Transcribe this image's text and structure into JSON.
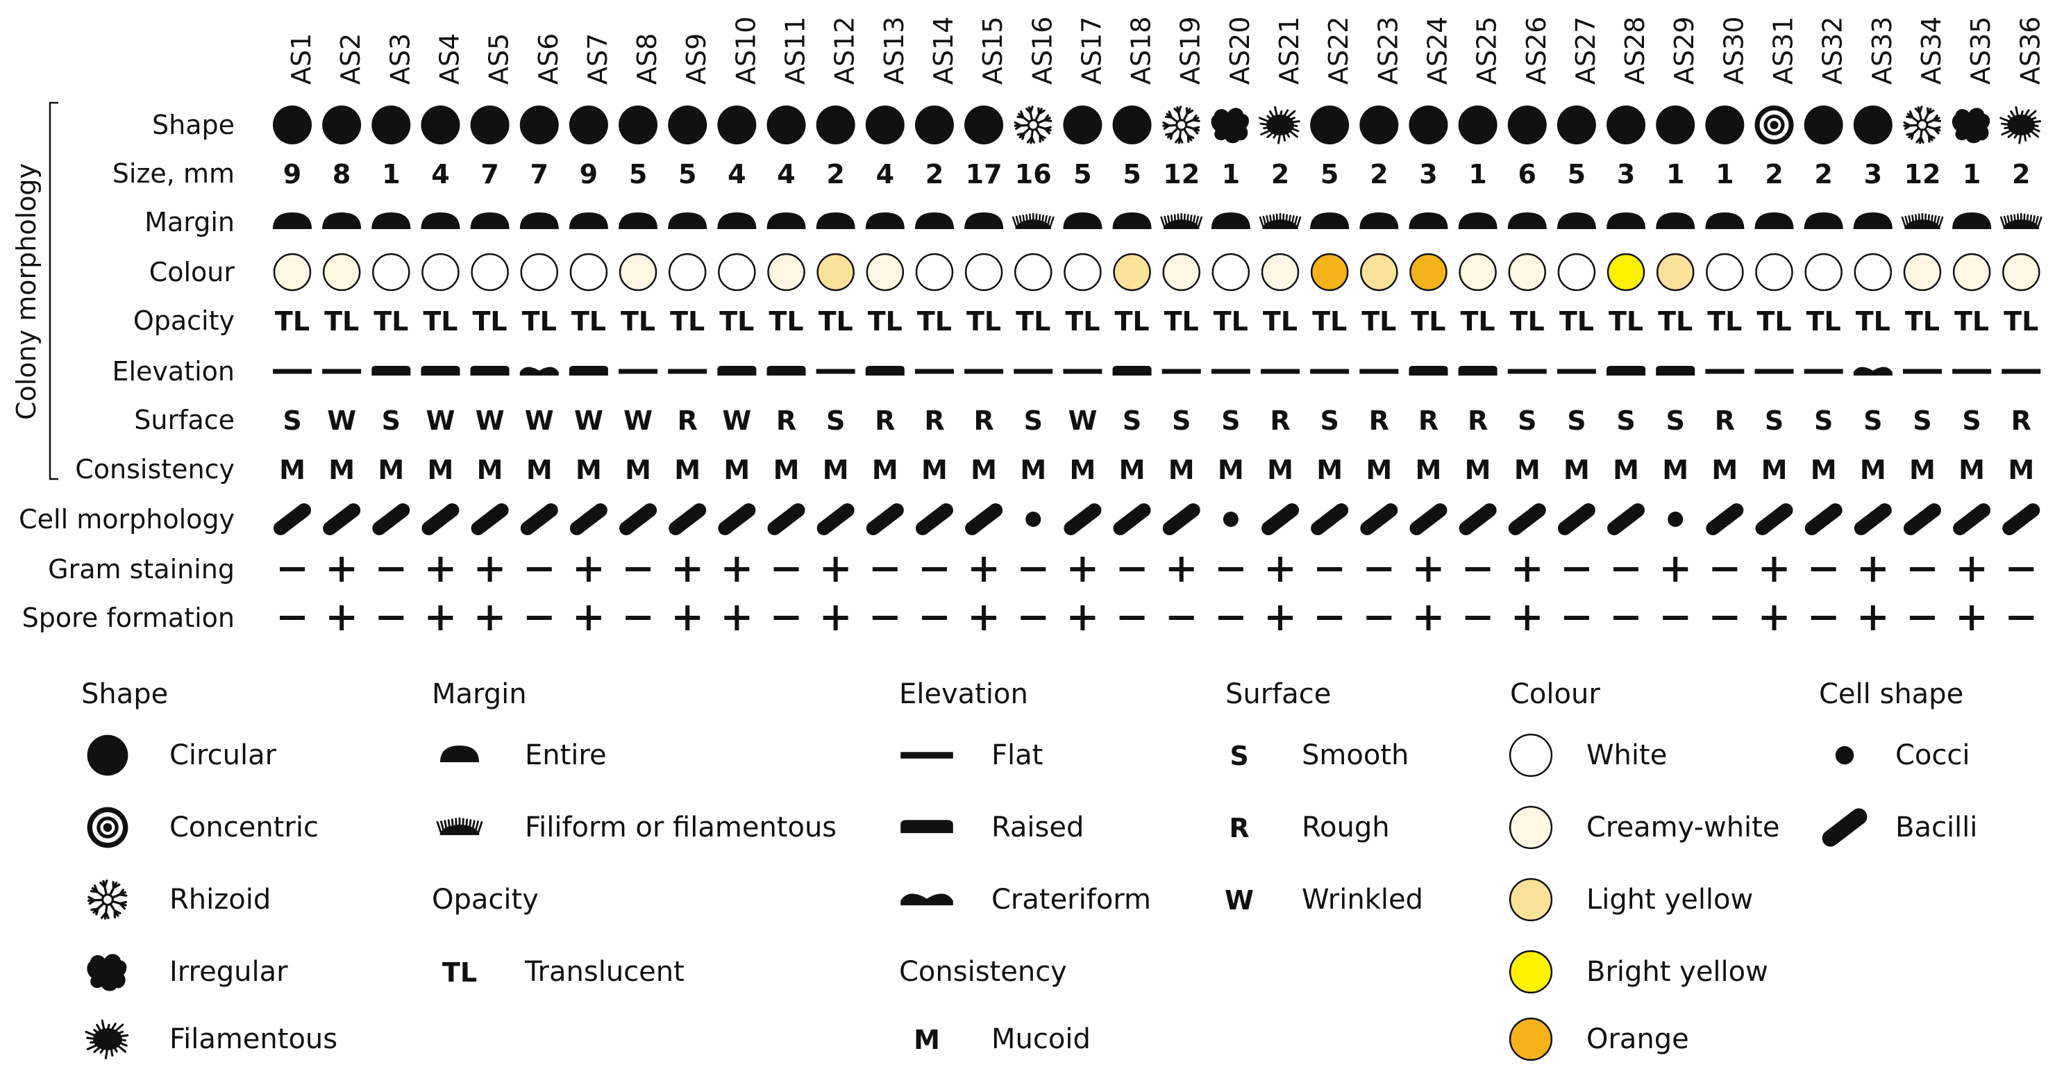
{
  "strains": [
    "AS1",
    "AS2",
    "AS3",
    "AS4",
    "AS5",
    "AS6",
    "AS7",
    "AS8",
    "AS9",
    "AS10",
    "AS11",
    "AS12",
    "AS13",
    "AS14",
    "AS15",
    "AS16",
    "AS17",
    "AS18",
    "AS19",
    "AS20",
    "AS21",
    "AS22",
    "AS23",
    "AS24",
    "AS25",
    "AS26",
    "AS27",
    "AS28",
    "AS29",
    "AS30",
    "AS31",
    "AS32",
    "AS33",
    "AS34",
    "AS35",
    "AS36"
  ],
  "group_label": "Colony morphology",
  "row_labels": {
    "shape": "Shape",
    "size": "Size, mm",
    "margin": "Margin",
    "colour": "Colour",
    "opacity": "Opacity",
    "elevation": "Elevation",
    "surface": "Surface",
    "consistency": "Consistency",
    "cell": "Cell morphology",
    "gram": "Gram staining",
    "spore": "Spore formation"
  },
  "rows": {
    "shape": [
      "circular",
      "circular",
      "circular",
      "circular",
      "circular",
      "circular",
      "circular",
      "circular",
      "circular",
      "circular",
      "circular",
      "circular",
      "circular",
      "circular",
      "circular",
      "rhizoid",
      "circular",
      "circular",
      "rhizoid",
      "irregular",
      "filamentous",
      "circular",
      "circular",
      "circular",
      "circular",
      "circular",
      "circular",
      "circular",
      "circular",
      "circular",
      "concentric",
      "circular",
      "circular",
      "rhizoid",
      "irregular",
      "filamentous"
    ],
    "size": [
      "9",
      "8",
      "1",
      "4",
      "7",
      "7",
      "9",
      "5",
      "5",
      "4",
      "4",
      "2",
      "4",
      "2",
      "17",
      "16",
      "5",
      "5",
      "12",
      "1",
      "2",
      "5",
      "2",
      "3",
      "1",
      "6",
      "5",
      "3",
      "1",
      "1",
      "2",
      "2",
      "3",
      "12",
      "1",
      "2"
    ],
    "margin": [
      "entire",
      "entire",
      "entire",
      "entire",
      "entire",
      "entire",
      "entire",
      "entire",
      "entire",
      "entire",
      "entire",
      "entire",
      "entire",
      "entire",
      "entire",
      "filiform",
      "entire",
      "entire",
      "filiform",
      "entire",
      "filiform",
      "entire",
      "entire",
      "entire",
      "entire",
      "entire",
      "entire",
      "entire",
      "entire",
      "entire",
      "entire",
      "entire",
      "entire",
      "filiform",
      "entire",
      "filiform"
    ],
    "colour": [
      "creamy-white",
      "creamy-white",
      "white",
      "white",
      "white",
      "white",
      "white",
      "creamy-white",
      "white",
      "white",
      "creamy-white",
      "light-yellow",
      "creamy-white",
      "white",
      "white",
      "white",
      "white",
      "light-yellow",
      "creamy-white",
      "white",
      "creamy-white",
      "orange",
      "light-yellow",
      "orange",
      "creamy-white",
      "creamy-white",
      "white",
      "bright-yellow",
      "light-yellow",
      "white",
      "white",
      "white",
      "white",
      "creamy-white",
      "creamy-white",
      "creamy-white"
    ],
    "opacity": [
      "TL",
      "TL",
      "TL",
      "TL",
      "TL",
      "TL",
      "TL",
      "TL",
      "TL",
      "TL",
      "TL",
      "TL",
      "TL",
      "TL",
      "TL",
      "TL",
      "TL",
      "TL",
      "TL",
      "TL",
      "TL",
      "TL",
      "TL",
      "TL",
      "TL",
      "TL",
      "TL",
      "TL",
      "TL",
      "TL",
      "TL",
      "TL",
      "TL",
      "TL",
      "TL",
      "TL"
    ],
    "elevation": [
      "flat",
      "flat",
      "raised",
      "raised",
      "raised",
      "crateriform",
      "raised",
      "flat",
      "flat",
      "raised",
      "raised",
      "flat",
      "raised",
      "flat",
      "flat",
      "flat",
      "flat",
      "raised",
      "flat",
      "flat",
      "flat",
      "flat",
      "flat",
      "raised",
      "raised",
      "flat",
      "flat",
      "raised",
      "raised",
      "flat",
      "flat",
      "flat",
      "crateriform",
      "flat",
      "flat",
      "flat"
    ],
    "surface": [
      "S",
      "W",
      "S",
      "W",
      "W",
      "W",
      "W",
      "W",
      "R",
      "W",
      "R",
      "S",
      "R",
      "R",
      "R",
      "S",
      "W",
      "S",
      "S",
      "S",
      "R",
      "S",
      "R",
      "R",
      "R",
      "S",
      "S",
      "S",
      "S",
      "R",
      "S",
      "S",
      "S",
      "S",
      "S",
      "R"
    ],
    "consistency": [
      "M",
      "M",
      "M",
      "M",
      "M",
      "M",
      "M",
      "M",
      "M",
      "M",
      "M",
      "M",
      "M",
      "M",
      "M",
      "M",
      "M",
      "M",
      "M",
      "M",
      "M",
      "M",
      "M",
      "M",
      "M",
      "M",
      "M",
      "M",
      "M",
      "M",
      "M",
      "M",
      "M",
      "M",
      "M",
      "M"
    ],
    "cell": [
      "bacilli",
      "bacilli",
      "bacilli",
      "bacilli",
      "bacilli",
      "bacilli",
      "bacilli",
      "bacilli",
      "bacilli",
      "bacilli",
      "bacilli",
      "bacilli",
      "bacilli",
      "bacilli",
      "bacilli",
      "cocci",
      "bacilli",
      "bacilli",
      "bacilli",
      "cocci",
      "bacilli",
      "bacilli",
      "bacilli",
      "bacilli",
      "bacilli",
      "bacilli",
      "bacilli",
      "bacilli",
      "cocci",
      "bacilli",
      "bacilli",
      "bacilli",
      "bacilli",
      "bacilli",
      "bacilli",
      "bacilli"
    ],
    "gram": [
      "-",
      "+",
      "-",
      "+",
      "+",
      "-",
      "+",
      "-",
      "+",
      "+",
      "-",
      "+",
      "-",
      "-",
      "+",
      "-",
      "+",
      "-",
      "+",
      "-",
      "+",
      "-",
      "-",
      "+",
      "-",
      "+",
      "-",
      "-",
      "+",
      "-",
      "+",
      "-",
      "+",
      "-",
      "+",
      "-"
    ],
    "spore": [
      "-",
      "+",
      "-",
      "+",
      "+",
      "-",
      "+",
      "-",
      "+",
      "+",
      "-",
      "+",
      "-",
      "-",
      "+",
      "-",
      "+",
      "-",
      "-",
      "-",
      "+",
      "-",
      "-",
      "+",
      "-",
      "+",
      "-",
      "-",
      "-",
      "-",
      "+",
      "-",
      "+",
      "-",
      "+",
      "-"
    ]
  },
  "legend": {
    "shape": {
      "title": "Shape",
      "items": [
        {
          "key": "circular",
          "label": "Circular"
        },
        {
          "key": "concentric",
          "label": "Concentric"
        },
        {
          "key": "rhizoid",
          "label": "Rhizoid"
        },
        {
          "key": "irregular",
          "label": "Irregular"
        },
        {
          "key": "filamentous",
          "label": "Filamentous"
        }
      ]
    },
    "margin": {
      "title": "Margin",
      "items": [
        {
          "key": "entire",
          "label": "Entire"
        },
        {
          "key": "filiform",
          "label": "Filiform or filamentous"
        }
      ]
    },
    "opacity": {
      "title": "Opacity",
      "items": [
        {
          "key": "TL",
          "label": "Translucent"
        }
      ]
    },
    "elevation": {
      "title": "Elevation",
      "items": [
        {
          "key": "flat",
          "label": "Flat"
        },
        {
          "key": "raised",
          "label": "Raised"
        },
        {
          "key": "crateriform",
          "label": "Crateriform"
        }
      ]
    },
    "consistency": {
      "title": "Consistency",
      "items": [
        {
          "key": "M",
          "label": "Mucoid"
        }
      ]
    },
    "surface": {
      "title": "Surface",
      "items": [
        {
          "key": "S",
          "label": "Smooth"
        },
        {
          "key": "R",
          "label": "Rough"
        },
        {
          "key": "W",
          "label": "Wrinkled"
        }
      ]
    },
    "colour": {
      "title": "Colour",
      "items": [
        {
          "key": "white",
          "label": "White"
        },
        {
          "key": "creamy-white",
          "label": "Creamy-white"
        },
        {
          "key": "light-yellow",
          "label": "Light yellow"
        },
        {
          "key": "bright-yellow",
          "label": "Bright yellow"
        },
        {
          "key": "orange",
          "label": "Orange"
        }
      ]
    },
    "cell": {
      "title": "Cell shape",
      "items": [
        {
          "key": "cocci",
          "label": "Cocci"
        },
        {
          "key": "bacilli",
          "label": "Bacilli"
        }
      ]
    }
  },
  "colors": {
    "ink": "#111111",
    "white": "#ffffff",
    "creamy-white": "#fdf7e3",
    "light-yellow": "#fbe29a",
    "bright-yellow": "#fff200",
    "orange": "#f5b21b"
  }
}
